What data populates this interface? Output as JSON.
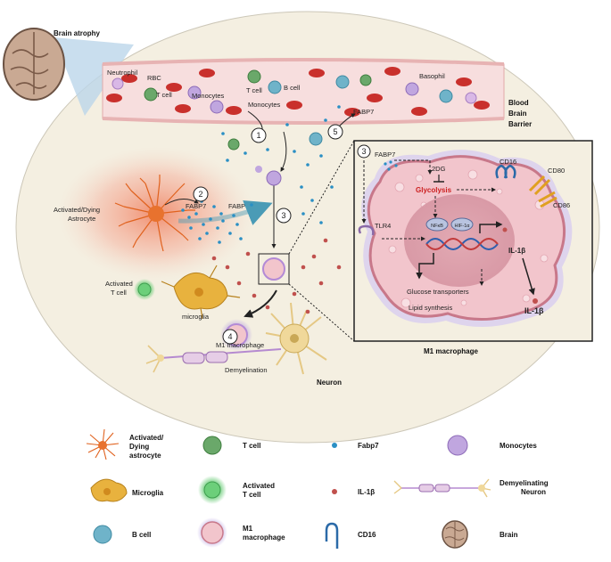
{
  "labels": {
    "brain_atrophy": "Brain atrophy",
    "neutrophil": "Neutrophil",
    "rbc": "RBC",
    "t_cell_vessel": "T cell",
    "monocytes_vessel": "Monocytes",
    "t_cell_vessel2": "T cell",
    "b_cell_vessel": "B cell",
    "basophil": "Basophil",
    "monocytes_arrow": "Monocytes",
    "fabp7_top": "FABP7",
    "bbb_line1": "Blood",
    "bbb_line2": "Brain",
    "bbb_line3": "Barrier",
    "astro_line1": "Activated/Dying",
    "astro_line2": "Astrocyte",
    "fabp7_astro": "FABP7",
    "fabp7_mid": "FABP7",
    "activated_tcell_line1": "Activated",
    "activated_tcell_line2": "T cell",
    "microglia": "microglia",
    "m1_macrophage": "M1 macrophage",
    "demyelination": "Demyelination",
    "neuron": "Neuron"
  },
  "steps": [
    "1",
    "2",
    "3",
    "4",
    "5"
  ],
  "inset": {
    "step": "3",
    "fabp7": "FABP7",
    "twodg": "2DG",
    "glycolysis": "Glycolysis",
    "cd16": "CD16",
    "cd80": "CD80",
    "cd86": "CD86",
    "tlr4": "TLR4",
    "nfkb": "NFκB",
    "hif": "HIF-1α",
    "il1b_inner": "IL-1β",
    "il1b_outer": "IL-1β",
    "glucose": "Glucose transporters",
    "lipid": "Lipid synthesis",
    "caption": "M1 macrophage"
  },
  "legend": [
    {
      "key": "astrocyte",
      "line1": "Activated/",
      "line2": "Dying",
      "line3": "astrocyte"
    },
    {
      "key": "tcell",
      "line1": "T cell"
    },
    {
      "key": "fabp7",
      "line1": "Fabp7"
    },
    {
      "key": "monocytes",
      "line1": "Monocytes"
    },
    {
      "key": "microglia",
      "line1": "Microglia"
    },
    {
      "key": "activated_tcell",
      "line1": "Activated",
      "line2": "T cell"
    },
    {
      "key": "il1b",
      "line1": "IL-1β"
    },
    {
      "key": "demyelinating_neuron",
      "line1": "Demyelinating",
      "line2": "Neuron"
    },
    {
      "key": "bcell",
      "line1": "B cell"
    },
    {
      "key": "m1",
      "line1": "M1",
      "line2": "macrophage"
    },
    {
      "key": "cd16",
      "line1": "CD16"
    },
    {
      "key": "brain",
      "line1": "Brain"
    }
  ],
  "colors": {
    "oval_fill": "#f4efe1",
    "vessel_fill": "#f7dede",
    "rbc": "#c9302c",
    "fabp7_dot": "#2a8fc4",
    "il1b_dot": "#c0504d",
    "tcell": "#6aa86a",
    "bcell": "#6fb3c9",
    "monocyte": "#9b7cc4",
    "astro": "#e8722e",
    "microglia": "#e8b23e",
    "macro_fill": "#f2c5cc",
    "glycolysis": "#cc1f1f"
  }
}
